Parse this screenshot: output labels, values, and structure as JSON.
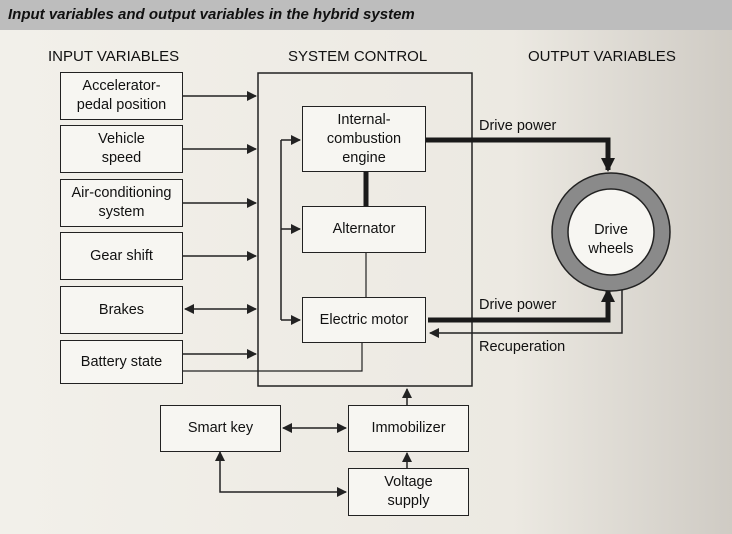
{
  "header": {
    "title": "Input variables and output variables in the hybrid system"
  },
  "columns": {
    "input": "INPUT VARIABLES",
    "control": "SYSTEM CONTROL",
    "output": "OUTPUT VARIABLES"
  },
  "inputs": {
    "accelerator": "Accelerator-\npedal position",
    "speed": "Vehicle\nspeed",
    "aircon": "Air-conditioning\nsystem",
    "gear": "Gear shift",
    "brakes": "Brakes",
    "battery": "Battery state"
  },
  "control": {
    "engine": "Internal-\ncombustion\nengine",
    "alternator": "Alternator",
    "motor": "Electric motor"
  },
  "security": {
    "smartkey": "Smart key",
    "immobilizer": "Immobilizer",
    "voltage": "Voltage\nsupply"
  },
  "outputs": {
    "drive_power_top": "Drive power",
    "drive_power_bottom": "Drive power",
    "recuperation": "Recuperation",
    "wheels": "Drive\nwheels"
  },
  "colors": {
    "line": "#222222",
    "thick_line": "#1a1a1a",
    "wheel_ring": "#8a8a8a",
    "header_bg": "#bdbdbd"
  }
}
